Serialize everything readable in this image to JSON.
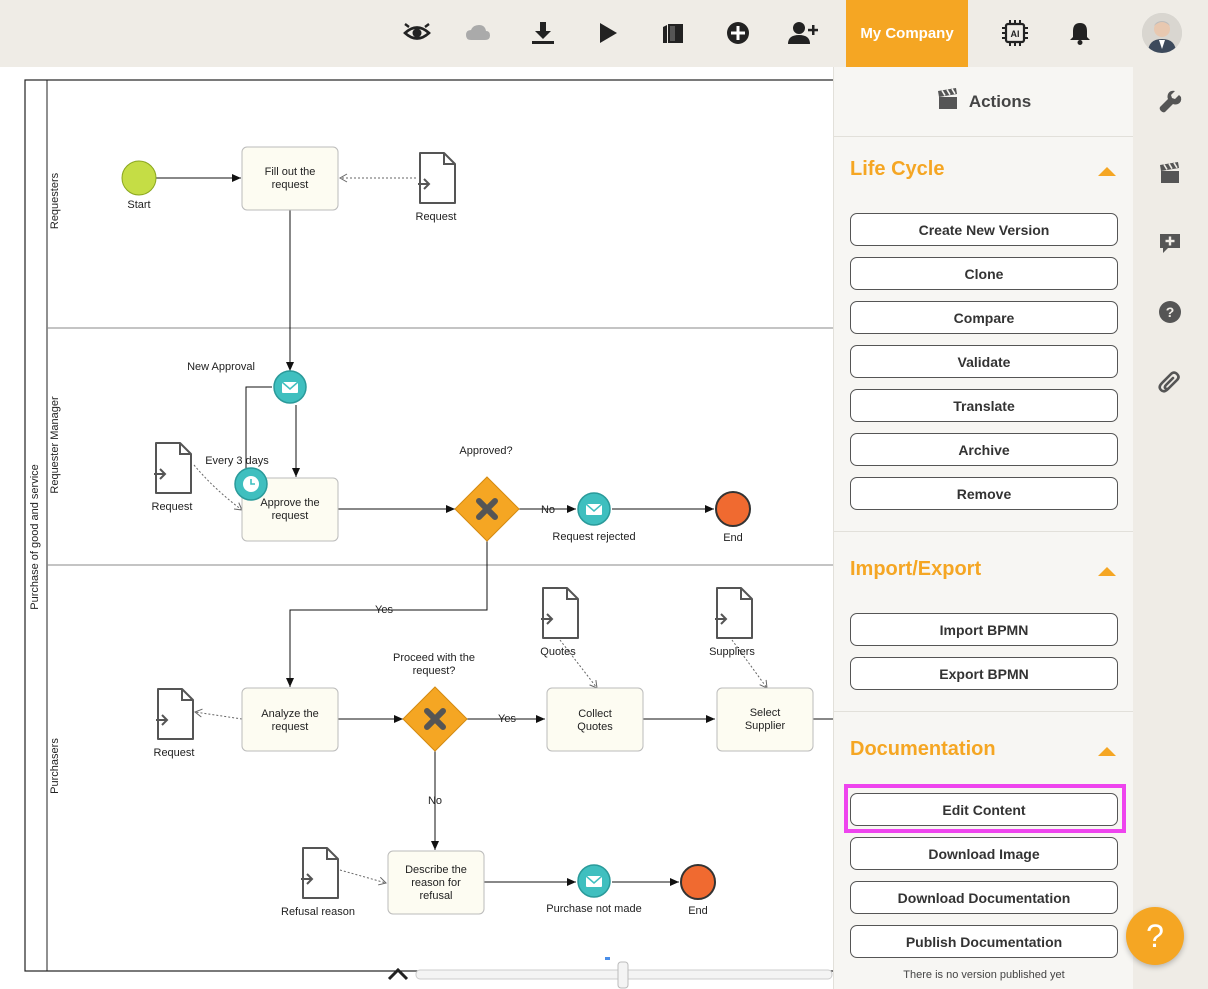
{
  "topbar": {
    "company": "My Company",
    "icons": [
      "eye-icon",
      "cloud-icon",
      "download-icon",
      "play-icon",
      "book-icon",
      "plus-circle-icon",
      "add-user-icon",
      "ai-chip-icon",
      "bell-icon"
    ]
  },
  "diagram": {
    "pool": "Purchase of good and service",
    "lanes": [
      "Requesters",
      "Requester Manager",
      "Purchasers"
    ],
    "labels": {
      "start": "Start",
      "fill_out_1": "Fill out the",
      "fill_out_2": "request",
      "request_doc_1": "Request",
      "new_approval": "New Approval",
      "every_3_days": "Every 3 days",
      "approve_1": "Approve the",
      "approve_2": "request",
      "request_doc_2": "Request",
      "approved_q": "Approved?",
      "no_1": "No",
      "request_rejected": "Request rejected",
      "end_1": "End",
      "yes_1": "Yes",
      "quotes": "Quotes",
      "suppliers": "Suppliers",
      "proceed_1": "Proceed with the",
      "proceed_2": "request?",
      "analyze_1": "Analyze the",
      "analyze_2": "request",
      "request_doc_3": "Request",
      "yes_2": "Yes",
      "collect_1": "Collect",
      "collect_2": "Quotes",
      "select_1": "Select",
      "select_2": "Supplier",
      "no_2": "No",
      "refusal_reason": "Refusal reason",
      "describe_1": "Describe the",
      "describe_2": "reason for",
      "describe_3": "refusal",
      "purchase_not_made": "Purchase not made",
      "end_2": "End"
    }
  },
  "panel": {
    "title": "Actions",
    "sections": {
      "lifecycle": {
        "title": "Life Cycle",
        "buttons": [
          "Create New Version",
          "Clone",
          "Compare",
          "Validate",
          "Translate",
          "Archive",
          "Remove"
        ]
      },
      "import_export": {
        "title": "Import/Export",
        "buttons": [
          "Import BPMN",
          "Export BPMN"
        ]
      },
      "documentation": {
        "title": "Documentation",
        "buttons": [
          "Edit Content",
          "Download Image",
          "Download Documentation",
          "Publish Documentation"
        ]
      }
    },
    "note": "There is no version published yet"
  },
  "rail": {
    "icons": [
      "wrench-icon",
      "clapper-icon",
      "comment-plus-icon",
      "help-icon",
      "paperclip-icon"
    ]
  },
  "help_fab": "?",
  "colors": {
    "accent": "#f5a623",
    "start_event": "#c5dd45",
    "end_event": "#f06a30",
    "message_event": "#3fbfbf",
    "gateway": "#f5a623",
    "task_fill": "#fdfcf2",
    "highlight": "#ee44ee"
  }
}
